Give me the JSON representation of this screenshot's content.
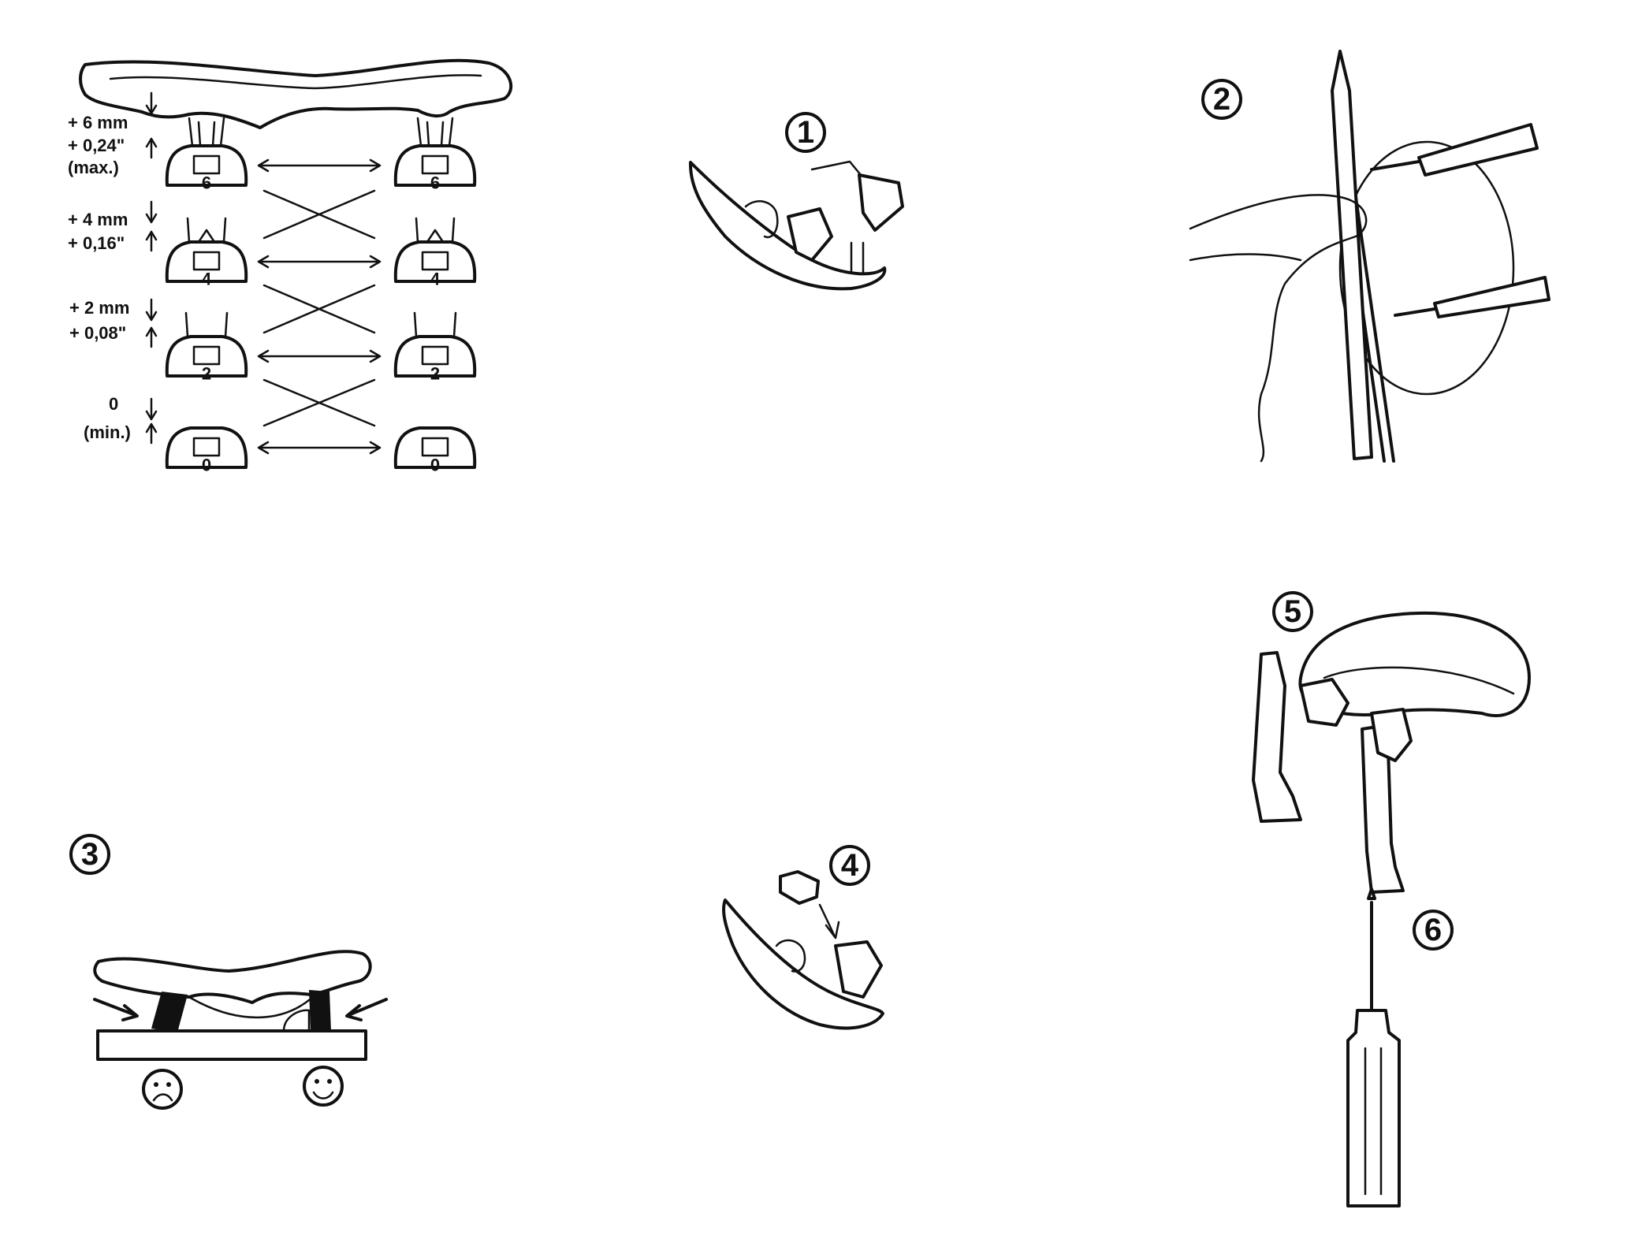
{
  "height_table": {
    "rows": [
      {
        "line1": "+ 6 mm",
        "line2": "+ 0,24\"",
        "line3": "(max.)",
        "clip": "6"
      },
      {
        "line1": "+ 4 mm",
        "line2": "+ 0,16\"",
        "line3": "",
        "clip": "4"
      },
      {
        "line1": "+ 2 mm",
        "line2": "+ 0,08\"",
        "line3": "",
        "clip": "2"
      },
      {
        "line1": "0",
        "line2": "(min.)",
        "line3": "",
        "clip": "0"
      }
    ]
  },
  "steps": {
    "s1": "1",
    "s2": "2",
    "s3": "3",
    "s4": "4",
    "s5": "5",
    "s6": "6"
  }
}
